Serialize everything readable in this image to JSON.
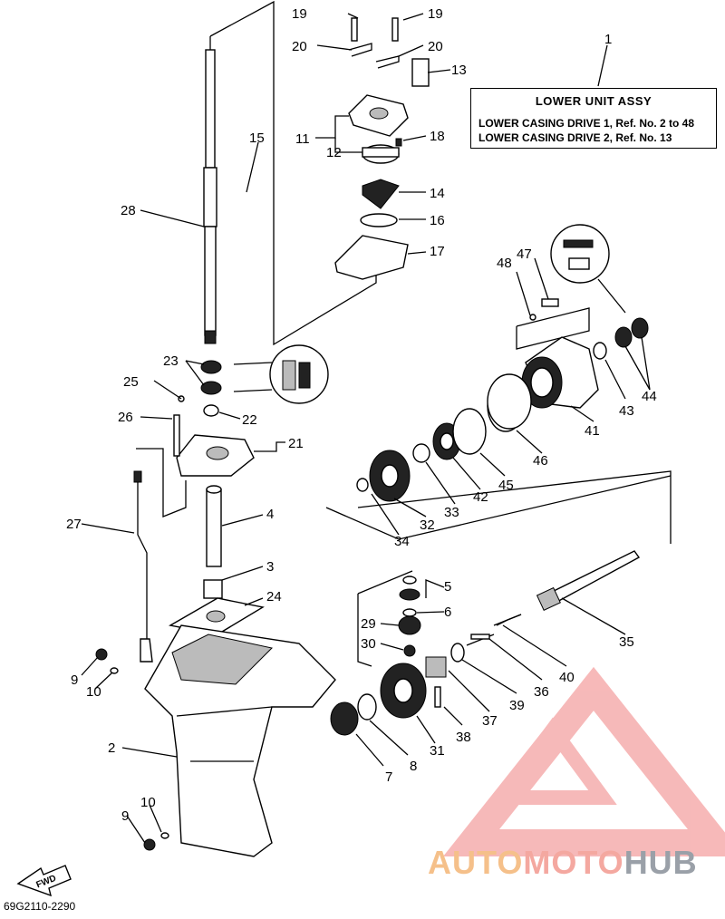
{
  "title_box": {
    "heading": "LOWER UNIT ASSY",
    "line1": "LOWER CASING DRIVE 1, Ref. No. 2 to 48",
    "line2": "LOWER CASING DRIVE 2, Ref. No. 13"
  },
  "drawing_code": "69G2110-2290",
  "fwd_label": "FWD",
  "watermark": {
    "part1": "AUTO",
    "part2": "MOTO",
    "part3": "HUB",
    "color_orange": "#f5c08a",
    "color_red": "#f4a8a0",
    "color_grey": "#9aa0a8"
  },
  "callouts": [
    "1",
    "2",
    "3",
    "4",
    "5",
    "6",
    "7",
    "8",
    "9",
    "10",
    "11",
    "12",
    "13",
    "14",
    "15",
    "16",
    "17",
    "18",
    "19",
    "20",
    "21",
    "22",
    "23",
    "24",
    "25",
    "26",
    "27",
    "28",
    "29",
    "30",
    "31",
    "32",
    "33",
    "34",
    "35",
    "36",
    "37",
    "38",
    "39",
    "40",
    "41",
    "42",
    "43",
    "44",
    "45",
    "46",
    "47",
    "48"
  ]
}
